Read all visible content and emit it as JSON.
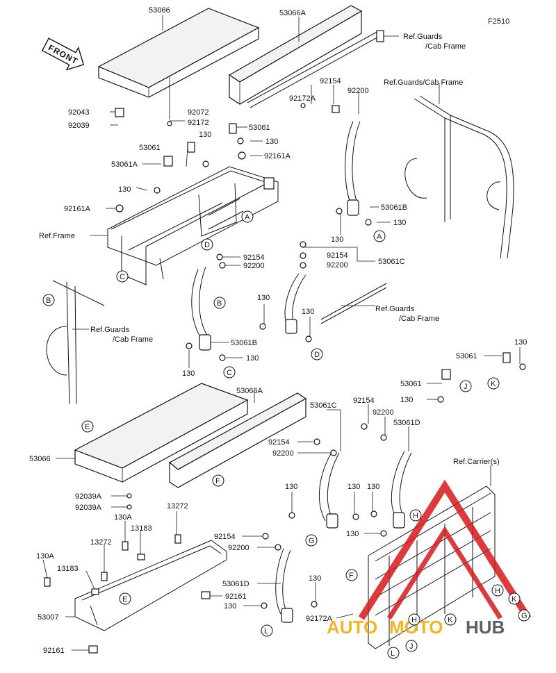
{
  "figure_code": "F2510",
  "front_label": "FRONT",
  "watermark": {
    "left": "AUTO",
    "mid": "MOTO",
    "right": "HUB",
    "color": "#d7191c"
  },
  "labels": {
    "l01": "53066",
    "l02": "53066A",
    "l03": "Ref.Guards",
    "l04": "/Cab Frame",
    "l05": "92154",
    "l06": "92200",
    "l07": "Ref.Guards/Cab Frame",
    "l08": "92043",
    "l09": "92039",
    "l10": "92072",
    "l11": "92172",
    "l12": "92172A",
    "l13": "53061",
    "l14": "130",
    "l15": "130",
    "l16": "53061",
    "l17": "92161A",
    "l18": "53061A",
    "l19": "130",
    "l20": "92161A",
    "l21": "53061B",
    "l22": "130",
    "l23": "Ref.Frame",
    "l24": "130",
    "l25": "92154",
    "l26": "92200",
    "l27": "53061C",
    "l28": "92154",
    "l29": "92200",
    "l30": "Ref.Guards",
    "l31": "/Cab Frame",
    "l32": "130",
    "l33": "130",
    "l34": "Ref.Guards",
    "l35": "/Cab Frame",
    "l36": "53061B",
    "l37": "130",
    "l38": "130",
    "l39": "53061",
    "l40": "130",
    "l41": "53066A",
    "l42": "53061C",
    "l43": "53061",
    "l44": "130",
    "l45": "92154",
    "l46": "92200",
    "l47": "53061D",
    "l48": "92154",
    "l49": "92200",
    "l50": "53066",
    "l51": "Ref.Carrier(s)",
    "l52": "130",
    "l53": "130",
    "l54": "130",
    "l55": "130",
    "l56": "92039A",
    "l57": "92039A",
    "l58": "130A",
    "l59": "13272",
    "l60": "13183",
    "l61": "13272",
    "l62": "130A",
    "l63": "13183",
    "l64": "92154",
    "l65": "92200",
    "l66": "53061D",
    "l67": "130",
    "l68": "92161",
    "l69": "53007",
    "l70": "130",
    "l71": "92172A",
    "l72": "92161"
  },
  "callouts": {
    "c01": "A",
    "c02": "A",
    "c03": "C",
    "c04": "D",
    "c05": "B",
    "c06": "B",
    "c07": "C",
    "c08": "D",
    "c09": "J",
    "c10": "K",
    "c11": "E",
    "c12": "F",
    "c13": "G",
    "c14": "H",
    "c15": "H",
    "c16": "E",
    "c17": "F",
    "c18": "L",
    "c19": "K",
    "c20": "H",
    "c21": "G",
    "c22": "K",
    "c23": "J",
    "c24": "L"
  }
}
